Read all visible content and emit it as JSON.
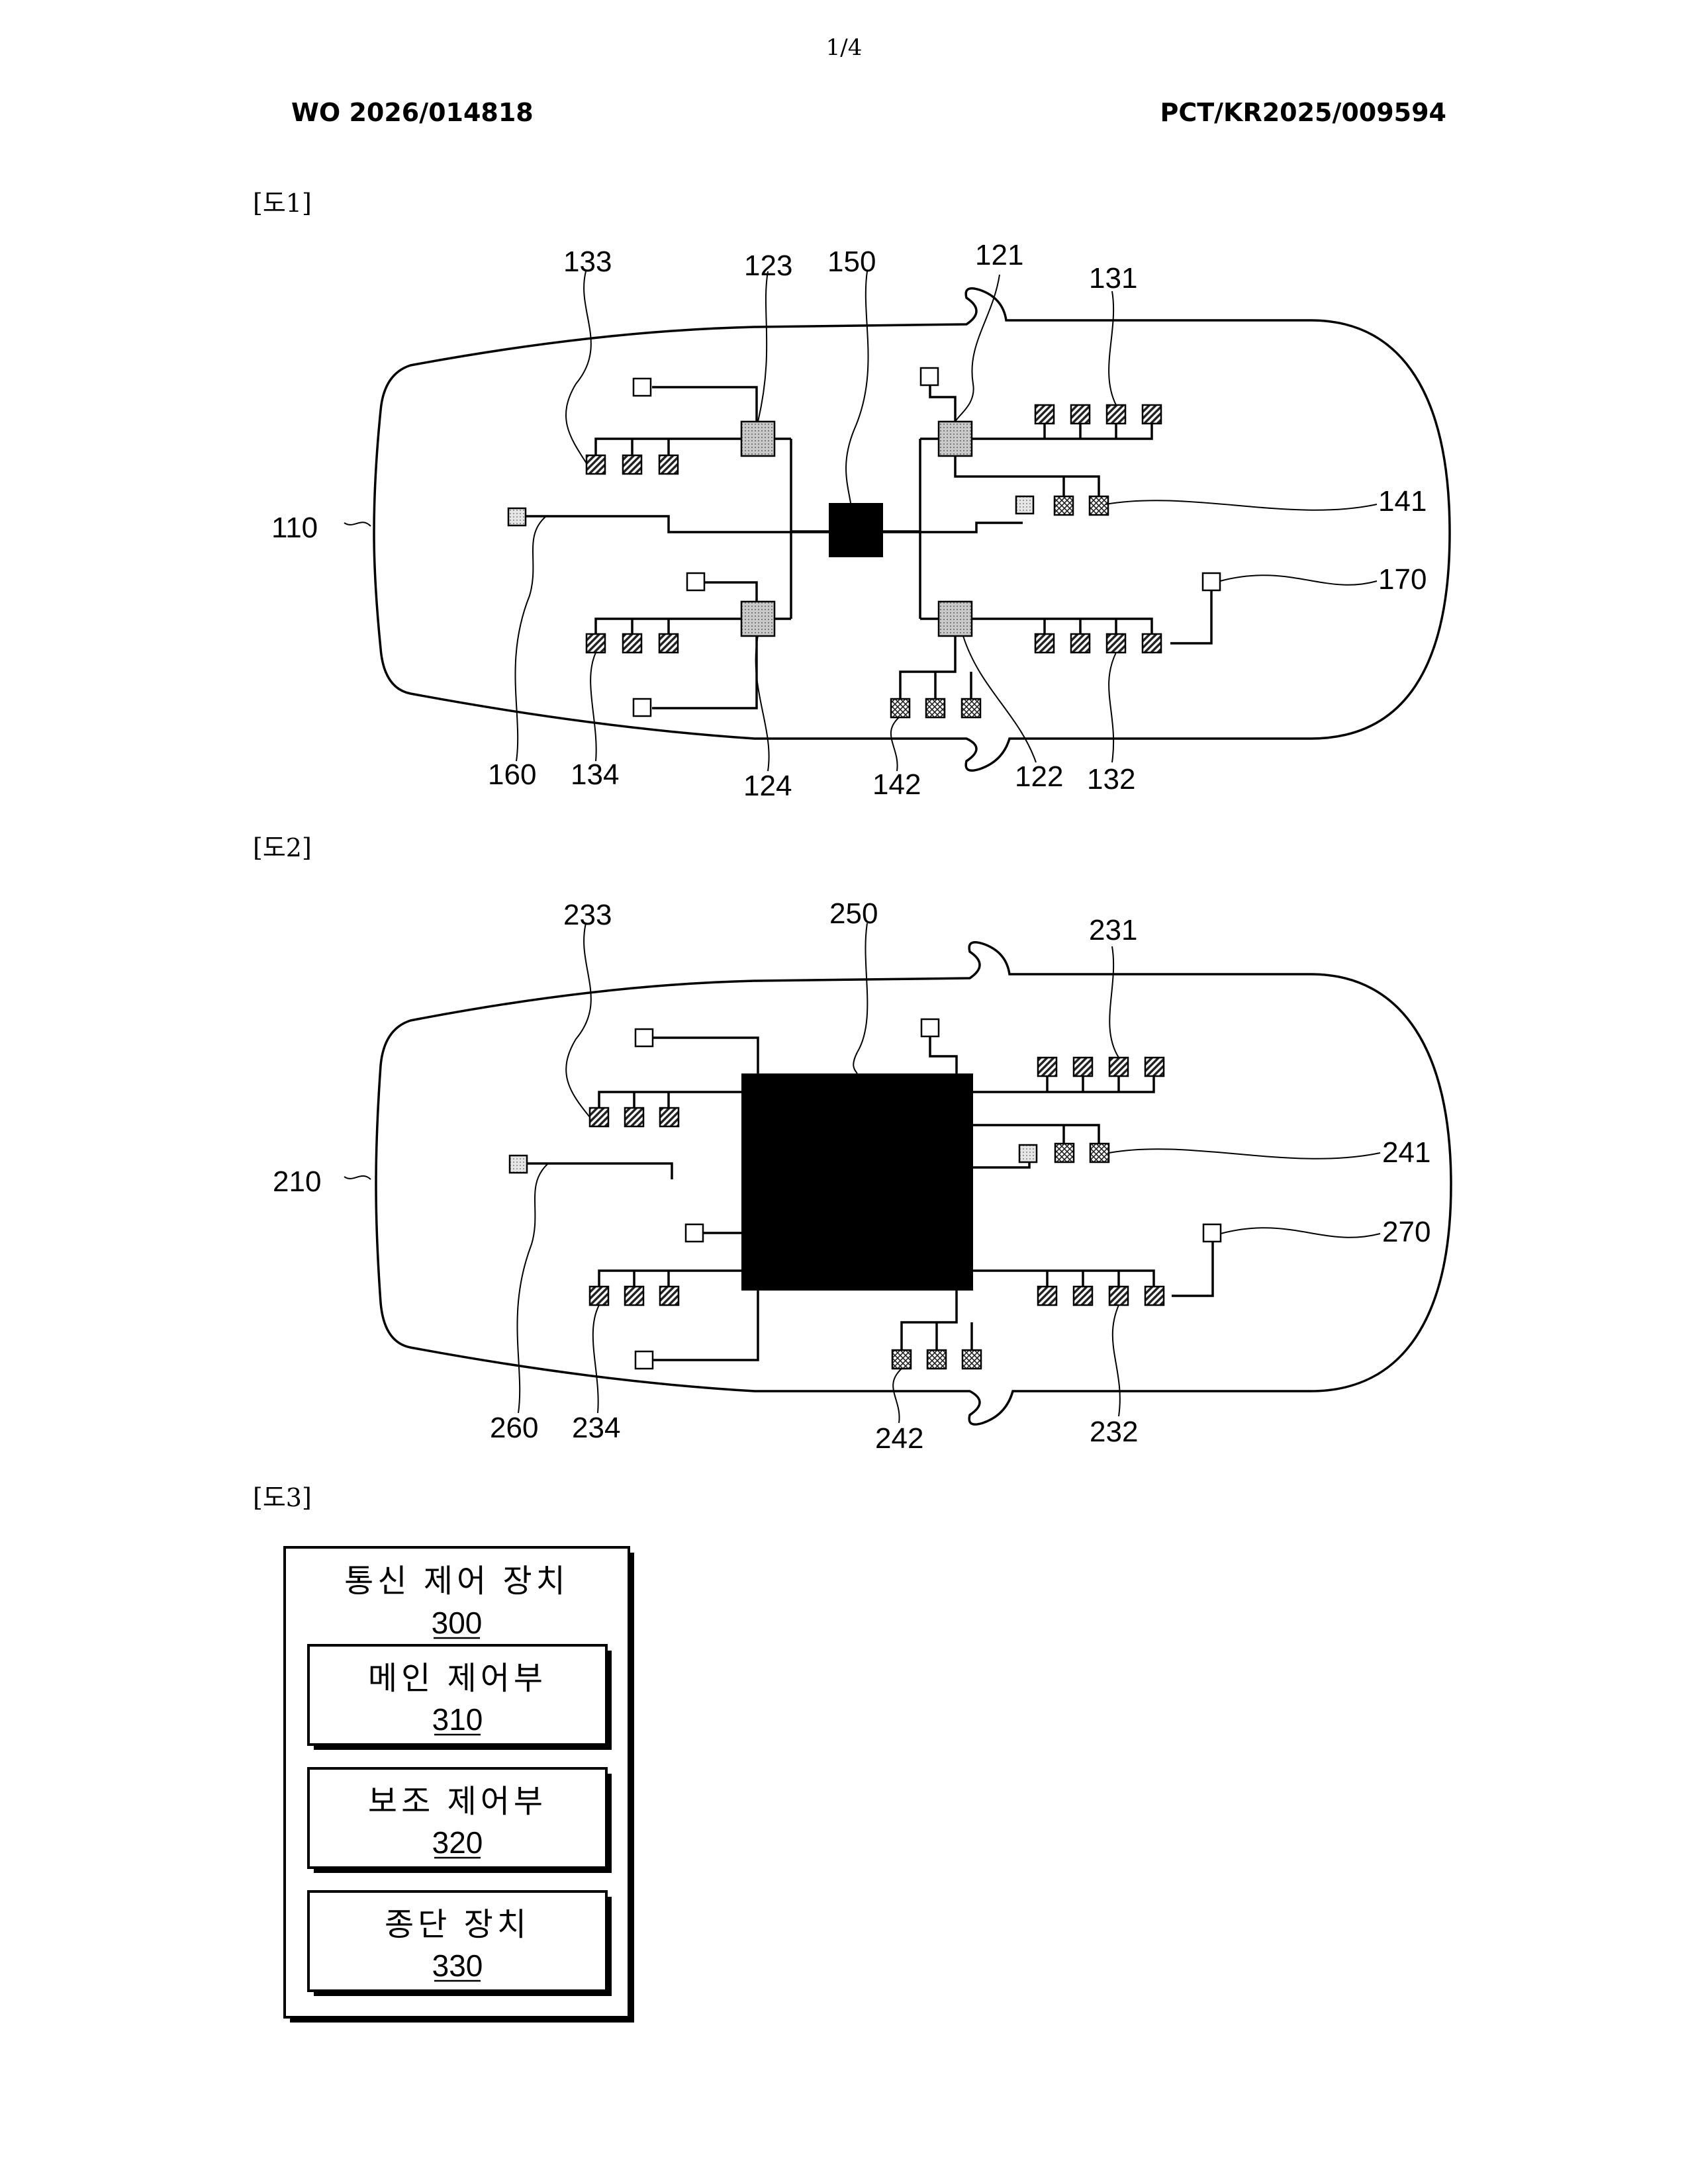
{
  "page_number": "1/4",
  "header": {
    "left": "WO 2026/014818",
    "right": "PCT/KR2025/009594"
  },
  "figures": {
    "fig1": {
      "label": "[도1]",
      "refs": {
        "r110": "110",
        "r121": "121",
        "r122": "122",
        "r123": "123",
        "r124": "124",
        "r131": "131",
        "r132": "132",
        "r133": "133",
        "r134": "134",
        "r141": "141",
        "r142": "142",
        "r150": "150",
        "r160": "160",
        "r170": "170"
      }
    },
    "fig2": {
      "label": "[도2]",
      "refs": {
        "r210": "210",
        "r231": "231",
        "r232": "232",
        "r233": "233",
        "r234": "234",
        "r241": "241",
        "r242": "242",
        "r250": "250",
        "r260": "260",
        "r270": "270"
      }
    },
    "fig3": {
      "label": "[도3]",
      "outer": {
        "title": "통신 제어 장치",
        "num": "300"
      },
      "boxes": [
        {
          "title": "메인 제어부",
          "num": "310"
        },
        {
          "title": "보조 제어부",
          "num": "320"
        },
        {
          "title": "종단 장치",
          "num": "330"
        }
      ]
    }
  }
}
